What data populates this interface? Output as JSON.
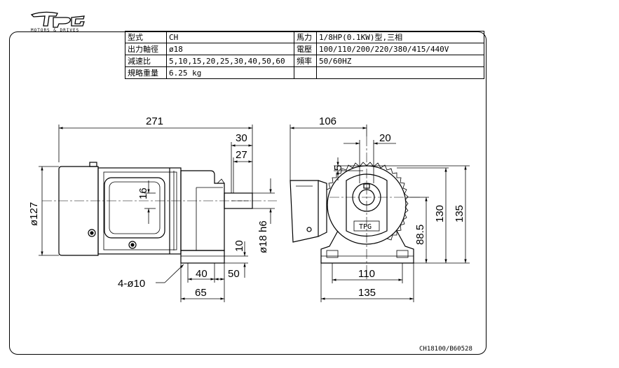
{
  "logo": {
    "mark": "TPG",
    "subtitle": "MOTORS & DRIVES"
  },
  "spec_table": {
    "rows": [
      {
        "k1": "型式",
        "v1": "CH",
        "k2": "馬力",
        "v2": "1/8HP(0.1KW)型,三相"
      },
      {
        "k1": "出力軸徑",
        "v1": "ø18",
        "k2": "電壓",
        "v2": "100/110/200/220/380/415/440V"
      },
      {
        "k1": "減速比",
        "v1": "5,10,15,20,25,30,40,50,60",
        "k2": "頻率",
        "v2": "50/60HZ"
      },
      {
        "k1": "規略重量",
        "v1": "6.25 kg",
        "k2": "",
        "v2": ""
      }
    ]
  },
  "dimensions": {
    "side": {
      "overall_length": "271",
      "shaft_30": "30",
      "shaft_27": "27",
      "shaft_16": "16",
      "height_127": "ø127",
      "shaft_dia": "ø18 h6",
      "base_10": "10",
      "holes": "4-ø10",
      "foot_40": "40",
      "foot_50": "50",
      "foot_65": "65"
    },
    "front": {
      "width_106": "106",
      "key_20": "20",
      "key_5": "5",
      "height_135": "135",
      "height_130": "130",
      "center_88_5": "88.5",
      "foot_110": "110",
      "foot_135": "135"
    }
  },
  "drawing_code": "CH18100/B60528"
}
